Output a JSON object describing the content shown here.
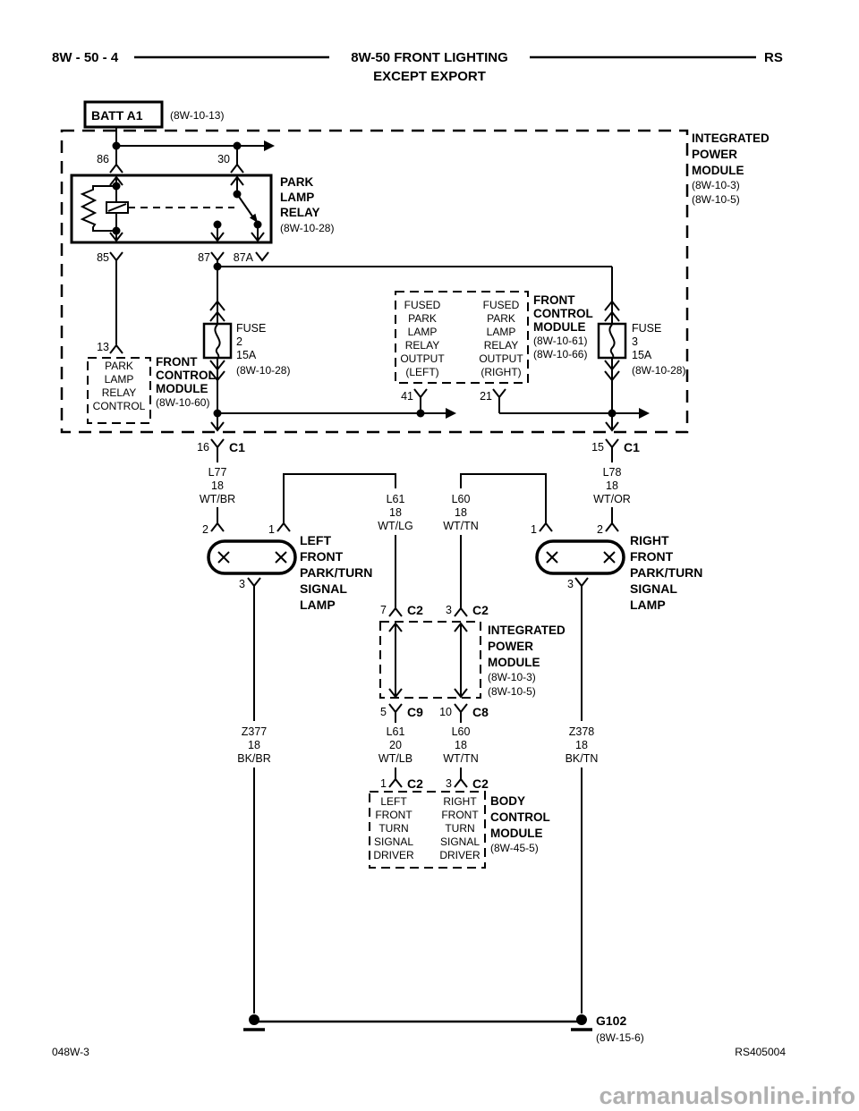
{
  "header": {
    "page_ref": "8W - 50 - 4",
    "title": "8W-50 FRONT LIGHTING",
    "subtitle": "EXCEPT EXPORT",
    "corner": "RS"
  },
  "battery": {
    "label": "BATT A1",
    "ref": "(8W-10-13)"
  },
  "ipm_main": {
    "name": [
      "INTEGRATED",
      "POWER",
      "MODULE"
    ],
    "refs": [
      "(8W-10-3)",
      "(8W-10-5)"
    ]
  },
  "relay": {
    "name": [
      "PARK",
      "LAMP",
      "RELAY"
    ],
    "ref": "(8W-10-28)",
    "pins": {
      "p86": "86",
      "p30": "30",
      "p85": "85",
      "p87": "87",
      "p87a": "87A"
    }
  },
  "fcm_control": {
    "pin": "13",
    "box": [
      "PARK",
      "LAMP",
      "RELAY",
      "CONTROL"
    ],
    "name": [
      "FRONT",
      "CONTROL",
      "MODULE"
    ],
    "ref": "(8W-10-60)"
  },
  "fuse2": {
    "label": "FUSE",
    "num": "2",
    "amps": "15A",
    "ref": "(8W-10-28)"
  },
  "fuse3": {
    "label": "FUSE",
    "num": "3",
    "amps": "15A",
    "ref": "(8W-10-28)"
  },
  "fcm_outputs": {
    "left": [
      "FUSED",
      "PARK",
      "LAMP",
      "RELAY",
      "OUTPUT",
      "(LEFT)"
    ],
    "right": [
      "FUSED",
      "PARK",
      "LAMP",
      "RELAY",
      "OUTPUT",
      "(RIGHT)"
    ],
    "pin_left": "41",
    "pin_right": "21",
    "name": [
      "FRONT",
      "CONTROL",
      "MODULE"
    ],
    "refs": [
      "(8W-10-61)",
      "(8W-10-66)"
    ]
  },
  "c1_left": {
    "pin": "16",
    "name": "C1"
  },
  "c1_right": {
    "pin": "15",
    "name": "C1"
  },
  "wires": {
    "l77": [
      "L77",
      "18",
      "WT/BR"
    ],
    "l78": [
      "L78",
      "18",
      "WT/OR"
    ],
    "l61_upper": [
      "L61",
      "18",
      "WT/LG"
    ],
    "l60_upper": [
      "L60",
      "18",
      "WT/TN"
    ],
    "l61_lower": [
      "L61",
      "20",
      "WT/LB"
    ],
    "l60_lower": [
      "L60",
      "18",
      "WT/TN"
    ],
    "z377": [
      "Z377",
      "18",
      "BK/BR"
    ],
    "z378": [
      "Z378",
      "18",
      "BK/TN"
    ]
  },
  "lamp_left": {
    "pin_left": "2",
    "pin_right": "1",
    "pin_bottom": "3",
    "name": [
      "LEFT",
      "FRONT",
      "PARK/TURN",
      "SIGNAL",
      "LAMP"
    ]
  },
  "lamp_right": {
    "pin_left": "1",
    "pin_right": "2",
    "pin_bottom": "3",
    "name": [
      "RIGHT",
      "FRONT",
      "PARK/TURN",
      "SIGNAL",
      "LAMP"
    ]
  },
  "ipm_small": {
    "tl": {
      "pin": "7",
      "conn": "C2"
    },
    "tr": {
      "pin": "3",
      "conn": "C2"
    },
    "bl": {
      "pin": "5",
      "conn": "C9"
    },
    "br": {
      "pin": "10",
      "conn": "C8"
    },
    "name": [
      "INTEGRATED",
      "POWER",
      "MODULE"
    ],
    "refs": [
      "(8W-10-3)",
      "(8W-10-5)"
    ]
  },
  "bcm": {
    "tl": {
      "pin": "1",
      "conn": "C2"
    },
    "tr": {
      "pin": "3",
      "conn": "C2"
    },
    "left": [
      "LEFT",
      "FRONT",
      "TURN",
      "SIGNAL",
      "DRIVER"
    ],
    "right": [
      "RIGHT",
      "FRONT",
      "TURN",
      "SIGNAL",
      "DRIVER"
    ],
    "name": [
      "BODY",
      "CONTROL",
      "MODULE"
    ],
    "ref": "(8W-45-5)"
  },
  "ground": {
    "label": "G102",
    "ref": "(8W-15-6)"
  },
  "footer": {
    "left": "048W-3",
    "right": "RS405004",
    "watermark": "carmanualsonline.info"
  },
  "colors": {
    "line": "#000000",
    "watermark": "#b0b0b0",
    "background": "#ffffff"
  }
}
